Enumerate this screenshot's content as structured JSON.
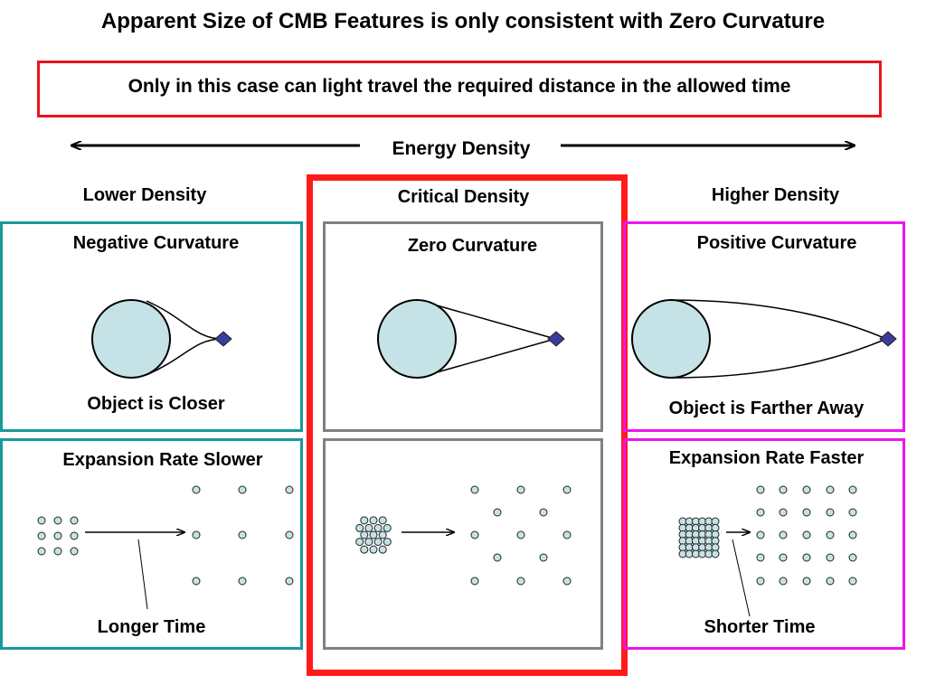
{
  "title": "Apparent Size of CMB Features is only consistent with Zero Curvature",
  "callout": "Only in this case can light travel the required distance in the allowed time",
  "energy_axis": {
    "label": "Energy Density"
  },
  "columns": {
    "lower": {
      "density": "Lower Density",
      "curvature": "Negative Curvature",
      "object_note": "Object is Closer",
      "expansion": "Expansion Rate Slower",
      "time": "Longer Time"
    },
    "critical": {
      "density": "Critical Density",
      "curvature": "Zero Curvature"
    },
    "higher": {
      "density": "Higher Density",
      "curvature": "Positive Curvature",
      "object_note": "Object is Farther Away",
      "expansion": "Expansion Rate Faster",
      "time": "Shorter Time"
    }
  },
  "colors": {
    "callout_border": "#e8151b",
    "critical_frame": "#ff1a1a",
    "lower_border": "#19999a",
    "critical_border": "#808080",
    "higher_border": "#ee13ee",
    "circle_fill": "#c5e3e6",
    "marker_fill": "#3b3b9c"
  }
}
